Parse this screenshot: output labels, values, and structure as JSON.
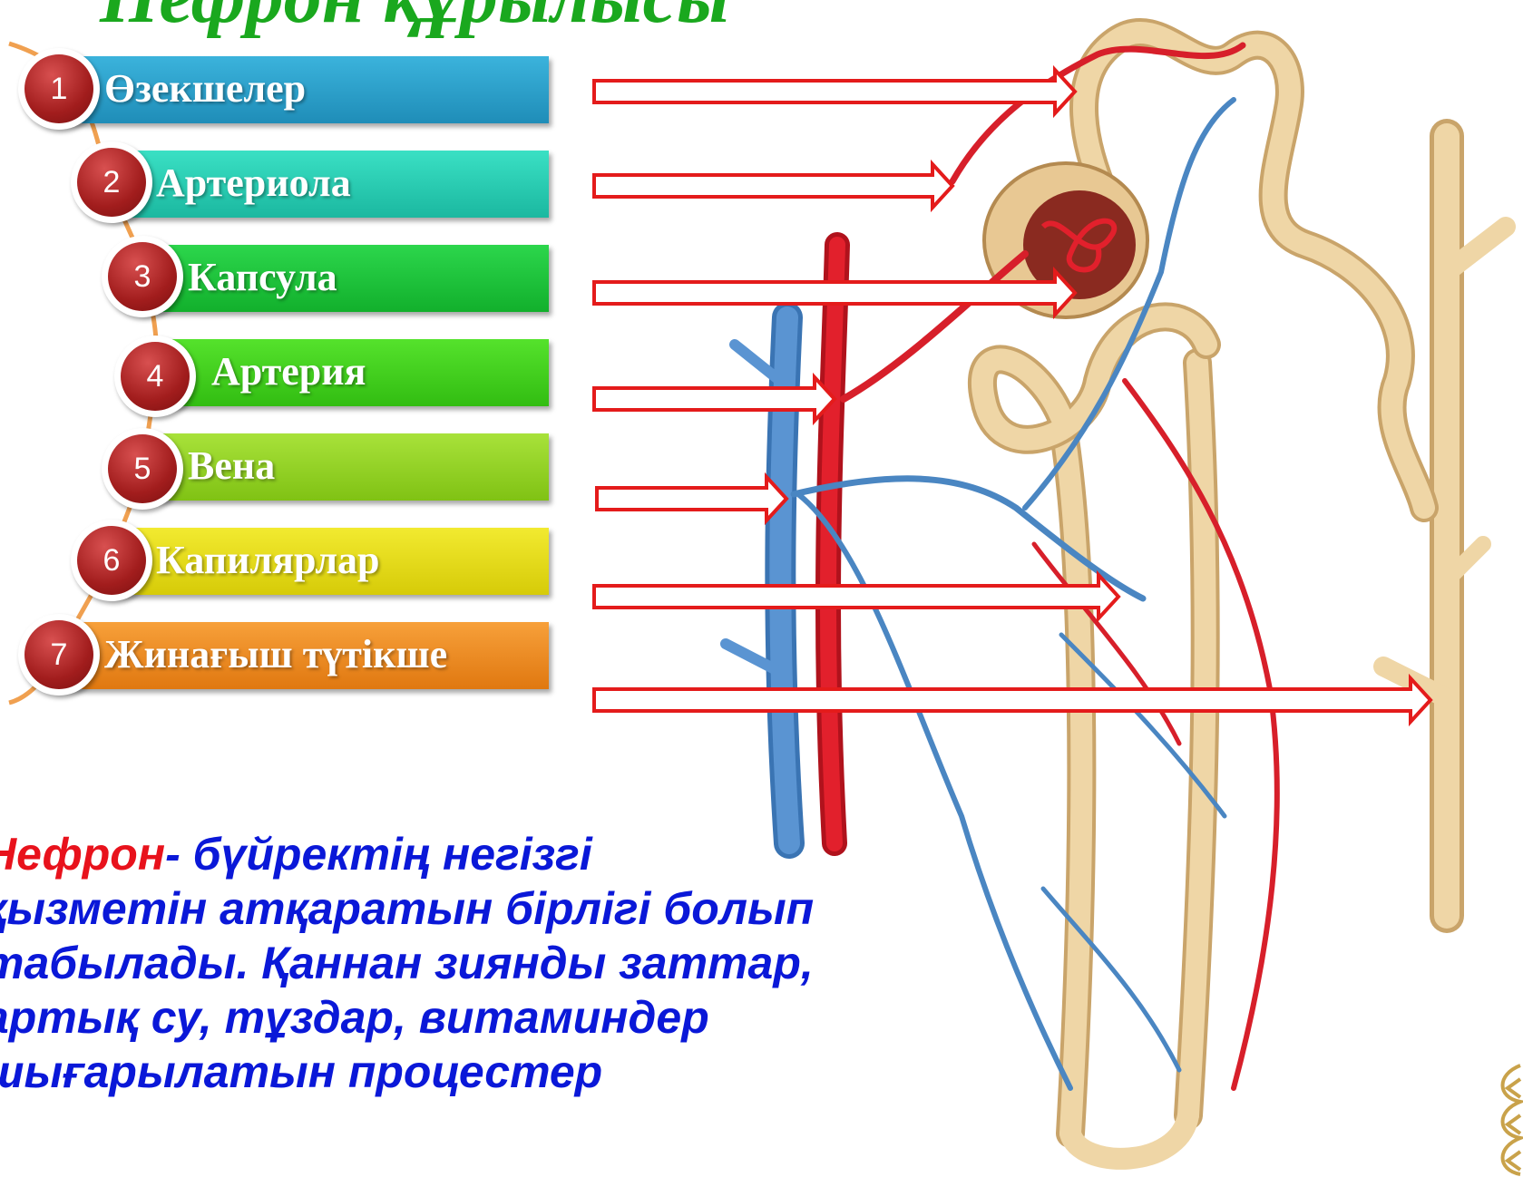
{
  "title": "Нефрон құрылысы",
  "steps": [
    {
      "num": "1",
      "label": "Өзекшелер",
      "color": "#2a9ec9"
    },
    {
      "num": "2",
      "label": "Артериола",
      "color": "#24c9b0"
    },
    {
      "num": "3",
      "label": "Капсула",
      "color": "#19c43a"
    },
    {
      "num": "4",
      "label": "Артерия",
      "color": "#3fd21a"
    },
    {
      "num": "5",
      "label": "Вена",
      "color": "#93d21e"
    },
    {
      "num": "6",
      "label": "Капилярлар",
      "color": "#e6dc14"
    },
    {
      "num": "7",
      "label": "Жинағыш түтікше",
      "color": "#ef8c1a"
    }
  ],
  "definition": {
    "term": "Нефрон",
    "text": "- бүйректің негізгі қызметін атқаратын бірлігі болып табылады. Қаннан зиянды заттар, артық су, тұздар, витаминдер шығарылатын процестер"
  },
  "colors": {
    "arrow": "#e41b1b",
    "artery": "#d71f2a",
    "vein": "#4a86c2",
    "tubule": "#ecd2a0"
  }
}
